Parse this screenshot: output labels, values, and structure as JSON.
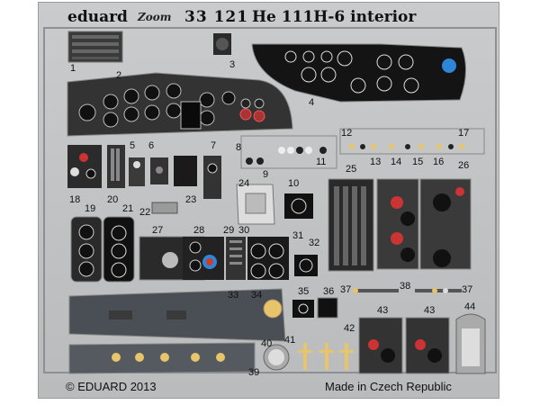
{
  "header": {
    "brand": "eduard",
    "logo_mark": "Zoom",
    "set_number": "33 121",
    "set_title": "He 111H-6 interior"
  },
  "footer": {
    "copyright": "© EDUARD 2013",
    "origin": "Made in Czech Republic"
  },
  "part_numbers": [
    "1",
    "2",
    "3",
    "4",
    "5",
    "6",
    "7",
    "8",
    "9",
    "10",
    "11",
    "12",
    "13",
    "14",
    "15",
    "16",
    "17",
    "18",
    "19",
    "20",
    "21",
    "22",
    "23",
    "24",
    "25",
    "26",
    "27",
    "28",
    "29",
    "30",
    "31",
    "32",
    "33",
    "34",
    "35",
    "36",
    "37",
    "37",
    "38",
    "39",
    "40",
    "41",
    "42",
    "43",
    "43",
    "44"
  ],
  "colors": {
    "fret": "#c4c6c7",
    "panel_dark": "#2a2a2a",
    "instrument_face": "#111111",
    "accent_red": "#d23a2a",
    "accent_blue": "#2e86d6",
    "accent_amber": "#e8c46a"
  }
}
